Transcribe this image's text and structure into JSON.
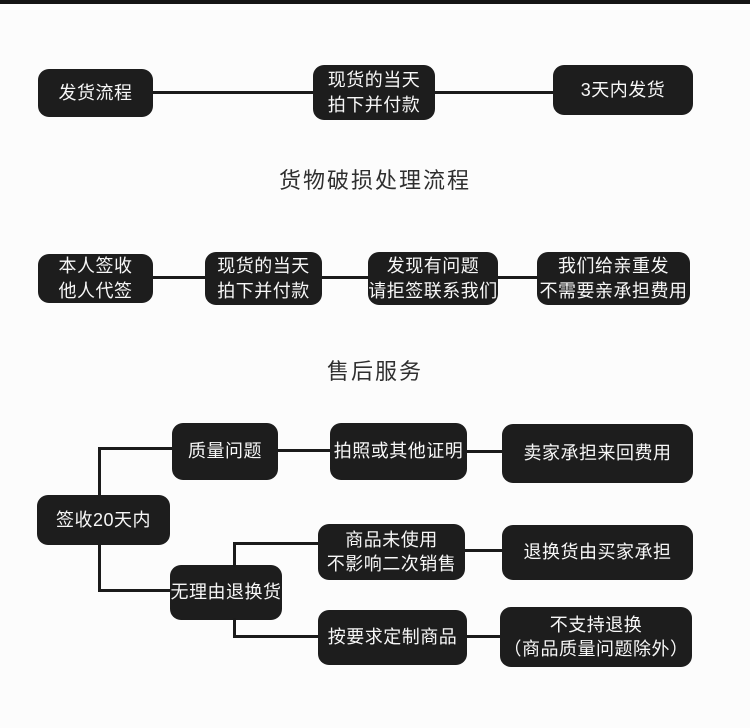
{
  "colors": {
    "box_bg": "#1d1d1d",
    "box_text": "#f7f7f7",
    "line": "#1b1b1b",
    "page_bg": "#fcfcfc",
    "title_text": "#2f2f2f",
    "top_bar": "#141414"
  },
  "titles": {
    "damage_flow": "货物破损处理流程",
    "after_sale": "售后服务"
  },
  "shipping_flow": {
    "nodes": [
      {
        "line1": "发货流程"
      },
      {
        "line1": "现货的当天",
        "line2": "拍下并付款"
      },
      {
        "line1": "3天内发货"
      }
    ]
  },
  "damage_flow": {
    "nodes": [
      {
        "line1": "本人签收",
        "line2": "他人代签"
      },
      {
        "line1": "现货的当天",
        "line2": "拍下并付款"
      },
      {
        "line1": "发现有问题",
        "line2": "请拒签联系我们"
      },
      {
        "line1": "我们给亲重发",
        "line2": "不需要亲承担费用"
      }
    ]
  },
  "after_sale_tree": {
    "root": {
      "line1": "签收20天内"
    },
    "quality_branch": [
      {
        "line1": "质量问题"
      },
      {
        "line1": "拍照或其他证明"
      },
      {
        "line1": "卖家承担来回费用"
      }
    ],
    "no_reason_branch": {
      "node": {
        "line1": "无理由退换货"
      },
      "unused_path": [
        {
          "line1": "商品未使用",
          "line2": "不影响二次销售"
        },
        {
          "line1": "退换货由买家承担"
        }
      ],
      "custom_path": [
        {
          "line1": "按要求定制商品"
        },
        {
          "line1": "不支持退换",
          "line2": "（商品质量问题除外）"
        }
      ]
    }
  }
}
